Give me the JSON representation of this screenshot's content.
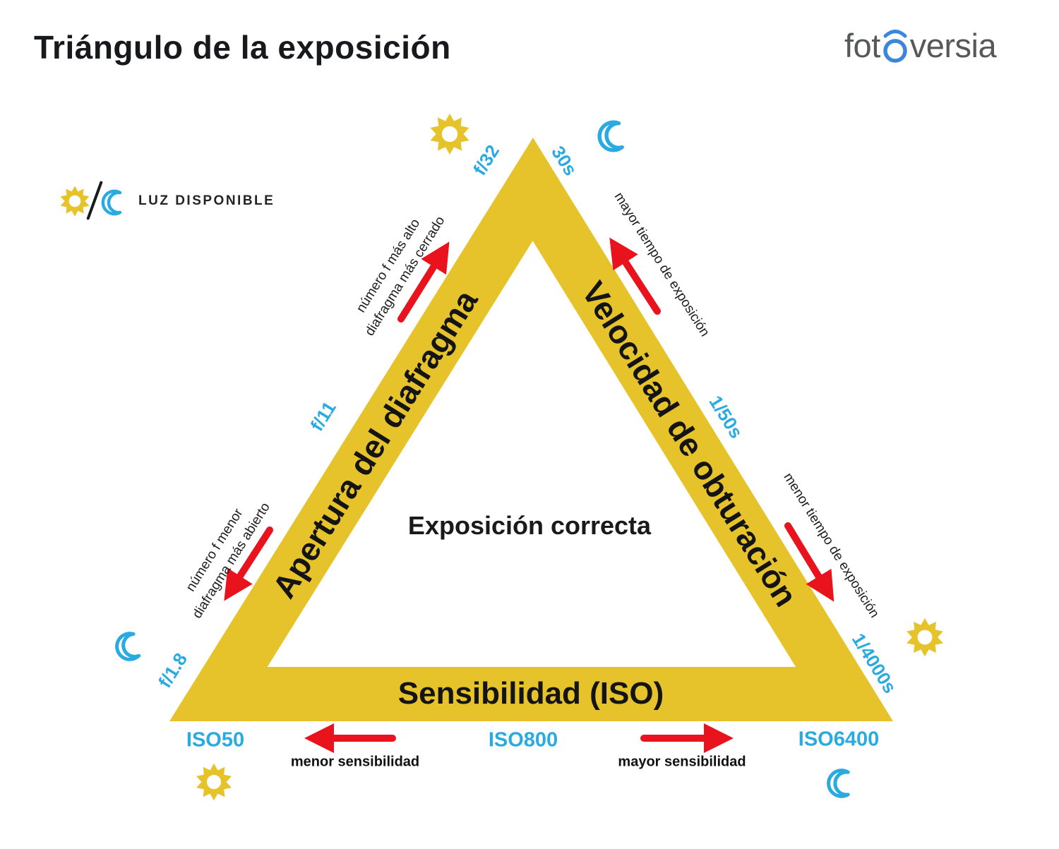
{
  "header": {
    "title": "Triángulo de la exposición",
    "logo": {
      "part1": "fot",
      "part2": "versia"
    }
  },
  "legend": {
    "label": "LUZ DISPONIBLE"
  },
  "triangle": {
    "side_left_label": "Apertura del diafragma",
    "side_right_label": "Velocidad de obturación",
    "side_bottom_label": "Sensibilidad (ISO)",
    "center_label": "Exposición correcta"
  },
  "values": {
    "aperture_top": "f/32",
    "aperture_mid": "f/11",
    "aperture_bottom": "f/1.8",
    "shutter_top": "30s",
    "shutter_mid": "1/50s",
    "shutter_bottom": "1/4000s",
    "iso_left": "ISO50",
    "iso_mid": "ISO800",
    "iso_right": "ISO6400"
  },
  "annotations": {
    "aperture_up": [
      "número f más alto",
      "diafragma más cerrado"
    ],
    "aperture_down": [
      "número f menor",
      "diafragma más abierto"
    ],
    "shutter_up": "mayor tiempo de exposición",
    "shutter_down": "menor tiempo de exposición",
    "iso_left": "menor sensibilidad",
    "iso_right": "mayor sensibilidad"
  },
  "icons": {
    "sun": "sun-icon",
    "moon": "moon-icon"
  },
  "colors": {
    "triangle_yellow": "#e7c32b",
    "accent_blue": "#29abe2",
    "arrow_red": "#e8131d",
    "text_black": "#1a1a1a",
    "logo_gray": "#57585a",
    "logo_blue": "#3b86dd"
  }
}
